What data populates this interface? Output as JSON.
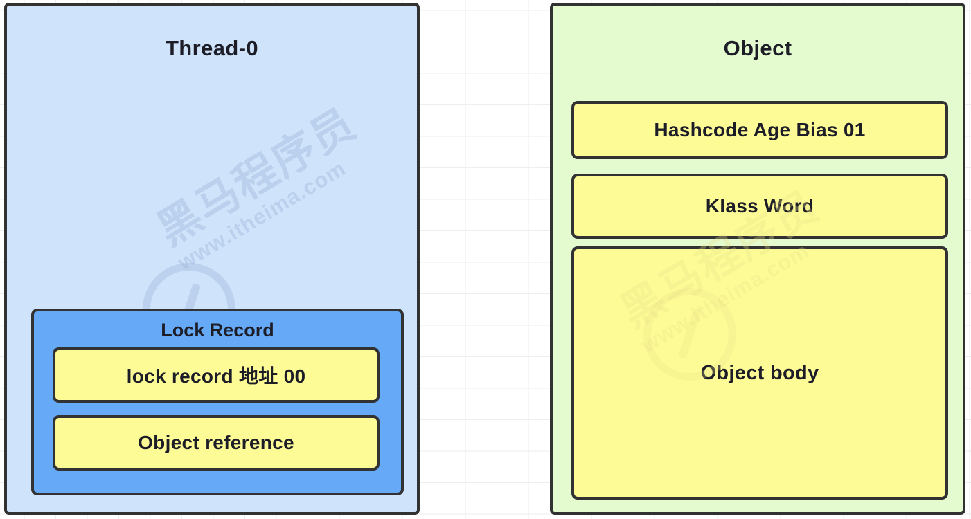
{
  "diagram": {
    "title_left": "Thread-0",
    "title_right": "Object",
    "watermark": {
      "brand_cn": "黑马程序员",
      "url": "www.itheima.com",
      "trademark": "TM"
    },
    "thread_panel": {
      "label": "Thread-0",
      "color": "#cfe4fb",
      "lock_record": {
        "label": "Lock Record",
        "color": "#66aaf7",
        "slots": [
          {
            "label": "lock record 地址 00",
            "color": "#fdfb96"
          },
          {
            "label": "Object reference",
            "color": "#fdfb96"
          }
        ]
      }
    },
    "object_panel": {
      "label": "Object",
      "color": "#e4fbd0",
      "slots": [
        {
          "label": "Hashcode Age Bias 01",
          "color": "#fdfb96"
        },
        {
          "label": "Klass Word",
          "color": "#fdfb96"
        },
        {
          "label": "Object body",
          "color": "#fdfb96"
        }
      ]
    }
  }
}
